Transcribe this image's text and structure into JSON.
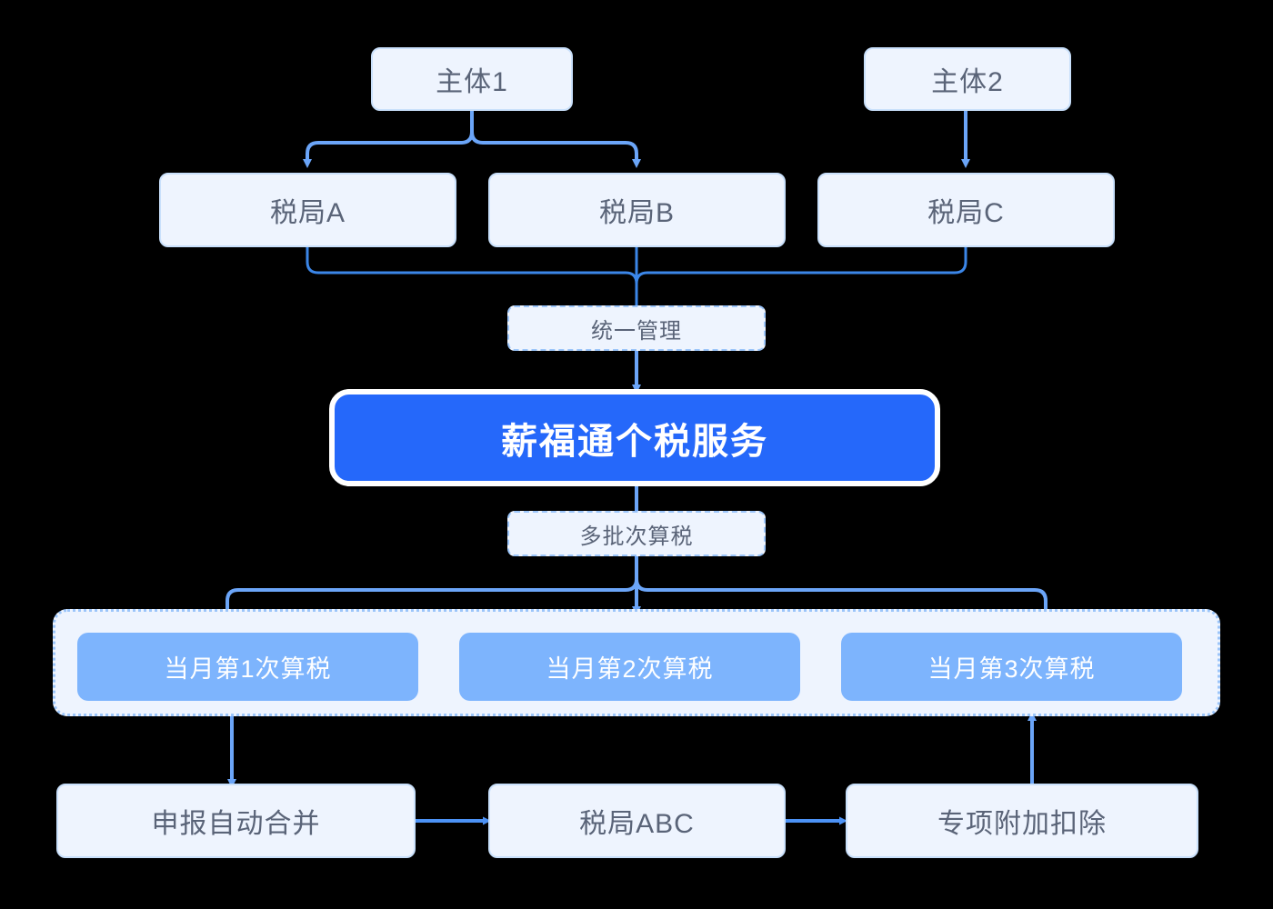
{
  "diagram": {
    "title_node": "薪福通个税服务",
    "entities": [
      {
        "id": "entity1",
        "label": "主体1"
      },
      {
        "id": "entity2",
        "label": "主体2"
      }
    ],
    "bureaus": [
      {
        "id": "bureauA",
        "label": "税局A"
      },
      {
        "id": "bureauB",
        "label": "税局B"
      },
      {
        "id": "bureauC",
        "label": "税局C"
      }
    ],
    "connector_labels": {
      "unified_management": "统一管理",
      "multi_batch": "多批次算税"
    },
    "batches": [
      {
        "id": "batch1",
        "label": "当月第1次算税"
      },
      {
        "id": "batch2",
        "label": "当月第2次算税"
      },
      {
        "id": "batch3",
        "label": "当月第3次算税"
      }
    ],
    "bottom_row": [
      {
        "id": "auto_merge",
        "label": "申报自动合并"
      },
      {
        "id": "bureau_abc",
        "label": "税局ABC"
      },
      {
        "id": "special_deduction",
        "label": "专项附加扣除"
      }
    ],
    "colors": {
      "primary_blue": "#2568FA",
      "chip_blue": "#7DB4FD",
      "node_fill": "#EEF4FE",
      "node_border": "#C9E0FB",
      "dashed_border": "#9BC5FA",
      "text": "#5A6478",
      "arrow": "#6BA5F8",
      "arrow_thin": "#3B86E8",
      "background": "#000000"
    }
  }
}
